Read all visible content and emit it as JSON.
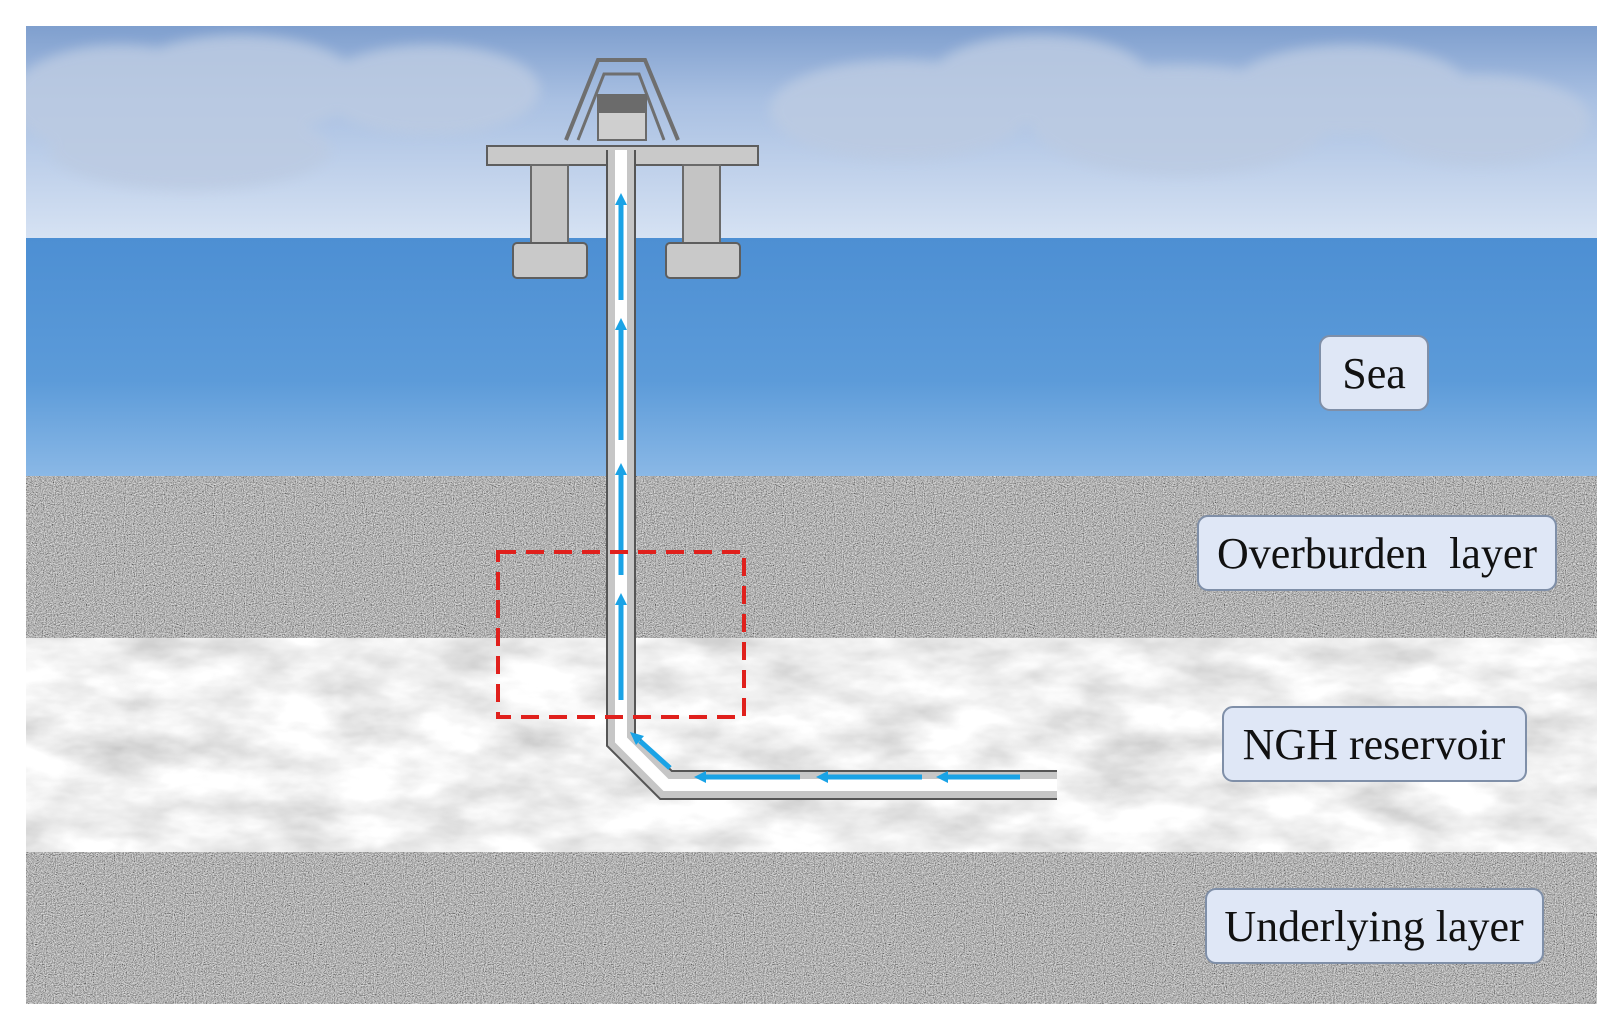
{
  "labels": {
    "sea": "Sea",
    "overburden": "Overburden  layer",
    "reservoir": "NGH reservoir",
    "underlying": "Underlying layer"
  },
  "colors": {
    "sky": "#cfdcf0",
    "sea": "#5a98d6",
    "overburden": "#8c8c8c",
    "reservoir": "#e3e3e3",
    "underlying": "#8c8c8c",
    "pipe": "#c4c4c4",
    "flow_arrow": "#1aa3e6",
    "highlight_box": "#e0201c",
    "label_box": "#dfe7f6"
  },
  "icons": {
    "platform": "offshore-platform-icon",
    "well": "wellbore-icon",
    "flow": "flow-arrow-icon"
  }
}
